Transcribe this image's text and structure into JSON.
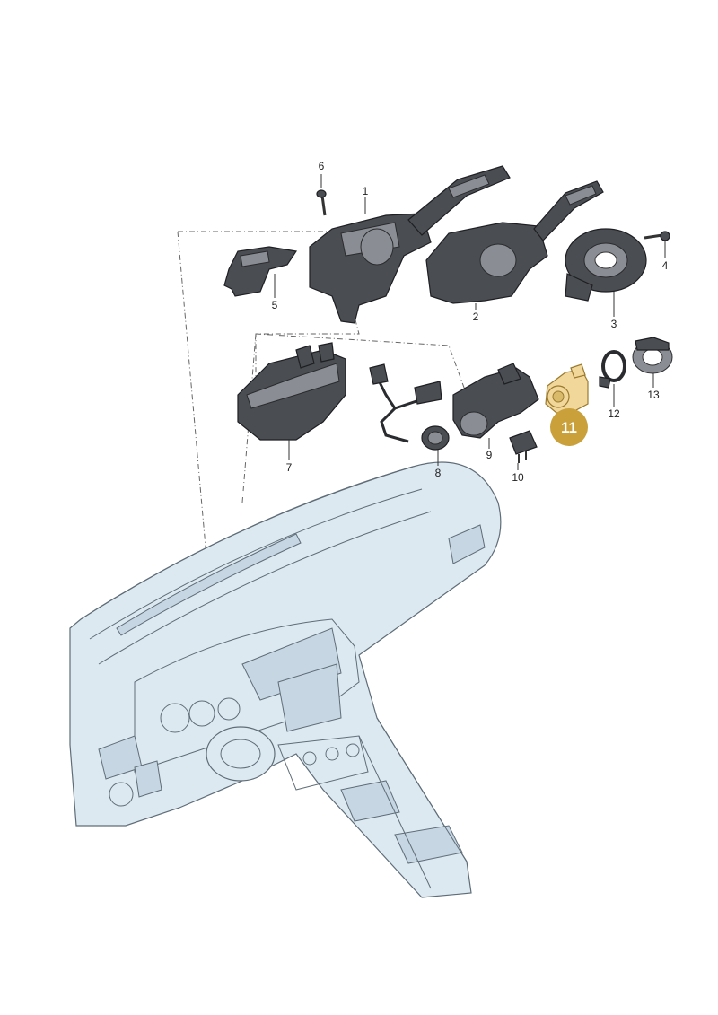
{
  "callouts": [
    {
      "id": "1",
      "highlighted": false
    },
    {
      "id": "2",
      "highlighted": false
    },
    {
      "id": "3",
      "highlighted": false
    },
    {
      "id": "4",
      "highlighted": false
    },
    {
      "id": "5",
      "highlighted": false
    },
    {
      "id": "6",
      "highlighted": false
    },
    {
      "id": "7",
      "highlighted": false
    },
    {
      "id": "8",
      "highlighted": false
    },
    {
      "id": "9",
      "highlighted": false
    },
    {
      "id": "10",
      "highlighted": false
    },
    {
      "id": "11",
      "highlighted": true
    },
    {
      "id": "12",
      "highlighted": false
    },
    {
      "id": "13",
      "highlighted": false
    }
  ],
  "colors": {
    "highlight_badge": "#c9a03a",
    "highlight_part": "#f2d79a",
    "part_dark": "#4a4d52",
    "dashboard_fill": "#dde9f1",
    "dashboard_line": "#5f6d78"
  }
}
